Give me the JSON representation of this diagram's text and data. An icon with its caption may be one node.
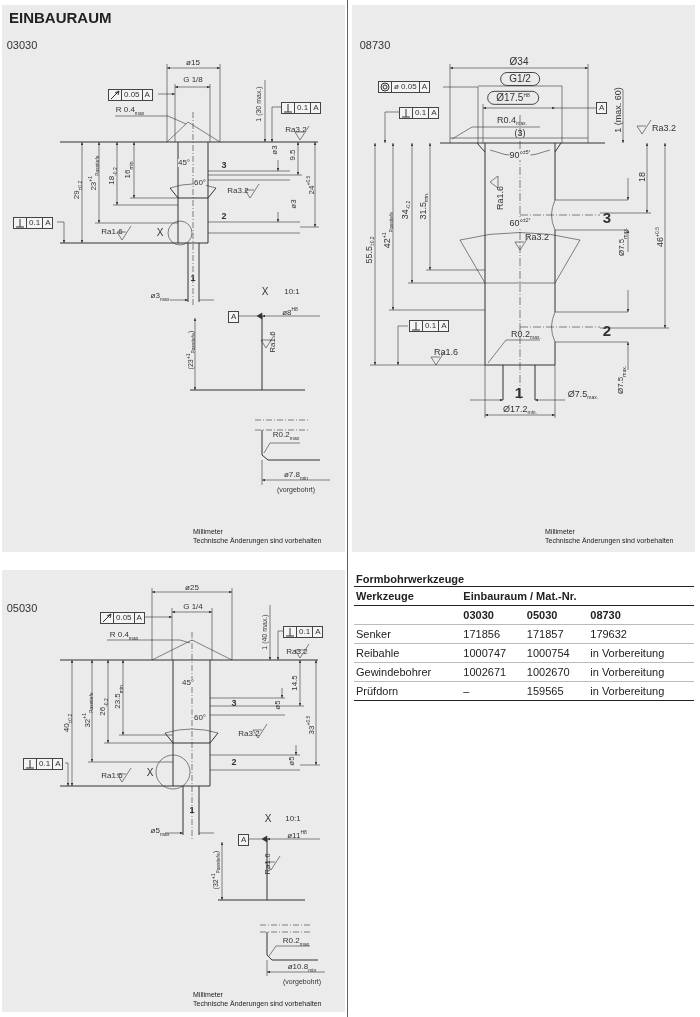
{
  "diagram": {
    "title": "EINBAURAUM",
    "labels": [
      "03030",
      "ø15",
      "G 1/8",
      "0.05",
      "A",
      "R 0.4$_{max}$",
      "1 (30 max.)",
      "0.1",
      "A",
      "Ra3.2",
      "ø3",
      "9.5",
      "45°",
      "3",
      "60°",
      "24$^{+0.5}$",
      "18$_{-0.2}$",
      "16$_{min}$",
      "23$^{+1}$$_{Passtiefe}$",
      "29$_{±0.2}$",
      "Ra3.2",
      "ø3",
      "2",
      "0.1",
      "A",
      "Ra1.6",
      "X",
      "1",
      "ø3$_{max}$",
      "X",
      "10:1",
      "A",
      "ø8$^{H8}$",
      "Ra1.6",
      "(23$^{+1}$$_{Passtiefe}$)",
      "R0.2$_{max}$",
      "ø7.8$_{min}$",
      "(vorgebohrt)",
      "Millimeter",
      "Technische Änderungen sind vorbehalten",
      "08730",
      "Ø34",
      "ø 0.05",
      "A",
      "G1/2",
      "Ø17.5$^{H8}$",
      "A",
      "0.1",
      "A",
      "1 (max. 60)",
      "R0.4$_{max.}$",
      "(3)",
      "Ra3.2",
      "90°$^{±5°}$",
      "Ra1.6",
      "18",
      "31.5$_{min.}$",
      "34$_{-0.2}$",
      "42$^{+1}$$_{Passtiefe}$",
      "55.5$_{±0.2}$",
      "60°$^{±2°}$",
      "3",
      "Ra3.2",
      "Ø7.5$_{max.}$",
      "46$^{+0.5}$",
      "0.1",
      "A",
      "R0.2$_{max.}$",
      "2",
      "Ra1.6",
      "Ø7.5$_{max.}$",
      "1",
      "Ø7.5$_{max.}$",
      "Ø17.2$_{min.}$",
      "Millimeter",
      "Technische Änderungen sind vorbehalten",
      "05030",
      "ø25",
      "G 1/4",
      "0.05",
      "A",
      "R 0.4$_{max}$",
      "1 (40 max.)",
      "0.1",
      "A",
      "Ra3.2",
      "45°",
      "14.5",
      "3",
      "ø5",
      "60°",
      "33$^{+0.5}$",
      "26$_{-0.2}$",
      "23.5$_{min}$",
      "32$^{+1}$$_{Passtiefe}$",
      "40$_{±0.2}$",
      "Ra3.2",
      "2",
      "ø5",
      "0.1",
      "A",
      "Ra1.6",
      "X",
      "1",
      "ø5$_{max}$",
      "X",
      "10:1",
      "A",
      "ø11$^{H8}$",
      "Ra1.6",
      "(32$^{+1}$$_{Passtiefe}$)",
      "R0.2$_{max}$",
      "ø10.8$_{min}$",
      "(vorgebohrt)",
      "Millimeter",
      "Technische Änderungen sind vorbehalten",
      "Formbohrwerkzeuge",
      "Werkzeuge",
      "Einbauraum / Mat.-Nr.",
      "03030",
      "05030",
      "08730",
      "Senker",
      "171856",
      "171857",
      "179632",
      "Reibahle",
      "1000747",
      "1000754",
      "in Vorbereitung",
      "Gewindebohrer",
      "1002671",
      "1002670",
      "in Vorbereitung",
      "Prüfdorn",
      "–",
      "159565",
      "in Vorbereitung"
    ]
  }
}
